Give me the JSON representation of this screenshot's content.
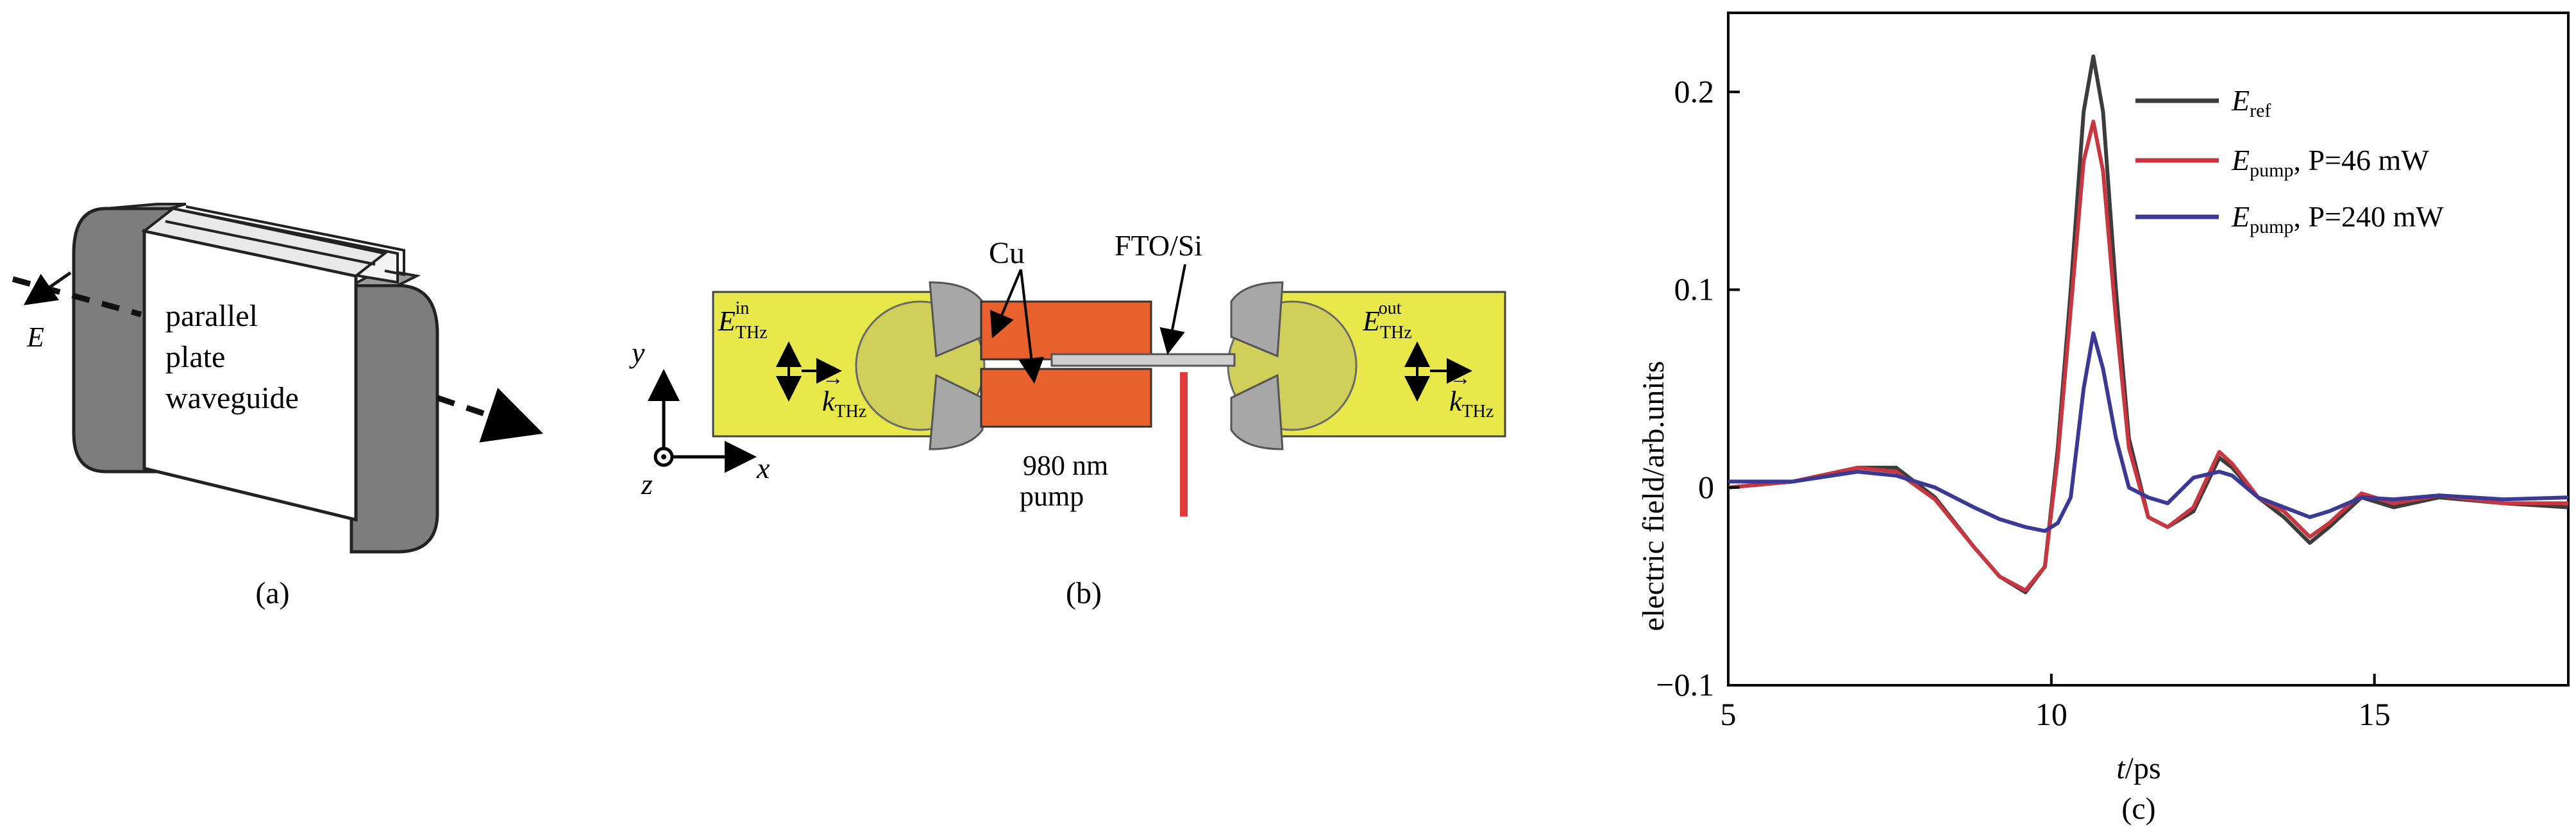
{
  "panel_a": {
    "label": "(a)",
    "waveguide_lines": [
      "parallel",
      "plate",
      "waveguide"
    ],
    "field_symbol": "E"
  },
  "panel_b": {
    "label": "(b)",
    "cu_label": "Cu",
    "fto_label": "FTO/Si",
    "pump_lines": [
      "980 nm",
      "pump"
    ],
    "e_symbol": "E",
    "e_in_sup": "in",
    "e_out_sup": "out",
    "thz_sub": "THz",
    "k_symbol": "k",
    "axis_y": "y",
    "axis_x": "x",
    "axis_z": "z",
    "colors": {
      "yellow": "#e9e84a",
      "copper": "#e8602c",
      "gray": "#a7a7a7",
      "pump": "#e03a3e"
    }
  },
  "panel_c": {
    "label": "(c)",
    "chart_data": {
      "type": "line",
      "xlabel_var": "t",
      "xlabel_unit": "/ps",
      "ylabel": "electric field/arb.units",
      "xlim": [
        5,
        18
      ],
      "ylim": [
        -0.1,
        0.24
      ],
      "xticks": [
        5,
        10,
        15
      ],
      "yticks": [
        -0.1,
        0,
        0.1,
        0.2
      ],
      "ytick_labels": [
        "−0.1",
        "0",
        "0.1",
        "0.2"
      ],
      "legend_position": "top-right",
      "series": [
        {
          "name": "E_ref",
          "legend": {
            "sym": "E",
            "sub": "ref",
            "rest": ""
          },
          "color": "#3c3c3c",
          "x": [
            5,
            6,
            7,
            7.6,
            8.2,
            8.8,
            9.2,
            9.6,
            9.9,
            10.1,
            10.3,
            10.5,
            10.65,
            10.8,
            11.0,
            11.2,
            11.5,
            11.8,
            12.2,
            12.6,
            12.8,
            13.2,
            13.6,
            14.0,
            14.3,
            14.8,
            15.3,
            16,
            17,
            18
          ],
          "y": [
            0.0,
            0.003,
            0.01,
            0.01,
            -0.005,
            -0.03,
            -0.045,
            -0.053,
            -0.04,
            0.02,
            0.1,
            0.19,
            0.218,
            0.19,
            0.1,
            0.025,
            -0.015,
            -0.02,
            -0.012,
            0.015,
            0.01,
            -0.005,
            -0.015,
            -0.028,
            -0.02,
            -0.005,
            -0.01,
            -0.005,
            -0.008,
            -0.01
          ]
        },
        {
          "name": "E_pump, P=46 mW",
          "legend": {
            "sym": "E",
            "sub": "pump",
            "rest": ", P=46 mW"
          },
          "color": "#c8363f",
          "x": [
            5,
            6,
            7,
            7.6,
            8.2,
            8.8,
            9.2,
            9.6,
            9.9,
            10.1,
            10.3,
            10.5,
            10.65,
            10.8,
            11.0,
            11.2,
            11.5,
            11.8,
            12.2,
            12.6,
            12.8,
            13.2,
            13.6,
            14.0,
            14.3,
            14.8,
            15.3,
            16,
            17,
            18
          ],
          "y": [
            0.0,
            0.003,
            0.01,
            0.008,
            -0.006,
            -0.03,
            -0.045,
            -0.052,
            -0.04,
            0.015,
            0.09,
            0.165,
            0.185,
            0.16,
            0.085,
            0.02,
            -0.015,
            -0.02,
            -0.01,
            0.018,
            0.012,
            -0.005,
            -0.012,
            -0.025,
            -0.018,
            -0.003,
            -0.008,
            -0.004,
            -0.008,
            -0.008
          ]
        },
        {
          "name": "E_pump, P=240 mW",
          "legend": {
            "sym": "E",
            "sub": "pump",
            "rest": ", P=240 mW"
          },
          "color": "#3b3996",
          "x": [
            5,
            6,
            7,
            7.6,
            8.2,
            8.8,
            9.2,
            9.6,
            9.9,
            10.1,
            10.3,
            10.5,
            10.65,
            10.8,
            11.0,
            11.2,
            11.5,
            11.8,
            12.2,
            12.6,
            12.8,
            13.2,
            13.6,
            14.0,
            14.3,
            14.8,
            15.3,
            16,
            17,
            18
          ],
          "y": [
            0.003,
            0.003,
            0.008,
            0.006,
            0.0,
            -0.01,
            -0.016,
            -0.02,
            -0.022,
            -0.018,
            -0.005,
            0.05,
            0.078,
            0.06,
            0.025,
            0.0,
            -0.005,
            -0.008,
            0.005,
            0.008,
            0.006,
            -0.005,
            -0.01,
            -0.015,
            -0.012,
            -0.005,
            -0.006,
            -0.004,
            -0.006,
            -0.005
          ]
        }
      ]
    }
  }
}
